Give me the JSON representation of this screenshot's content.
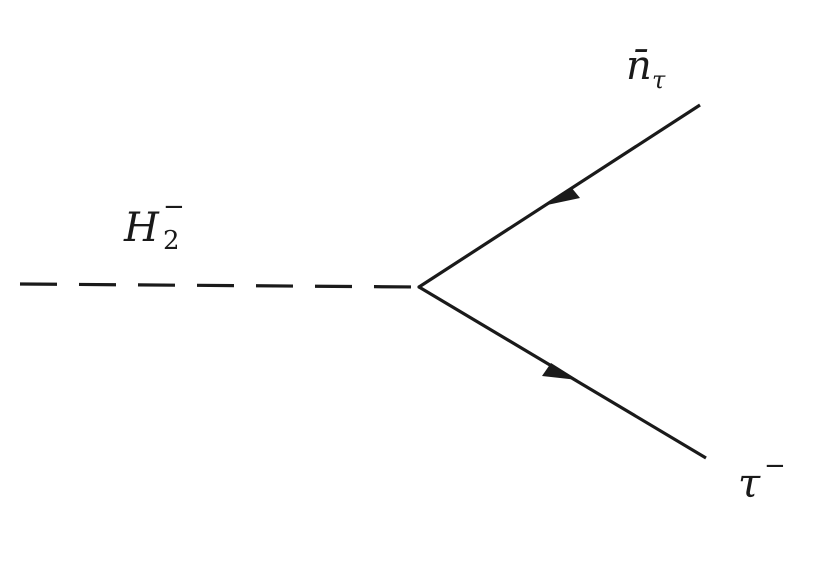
{
  "diagram": {
    "type": "feynman-vertex",
    "particles": {
      "scalar": {
        "symbol": "H",
        "subscript": "2",
        "superscript": "−",
        "line_style": "dashed"
      },
      "antineutrino": {
        "symbol": "n̄",
        "subscript": "τ",
        "line_style": "solid",
        "arrow": "toward-vertex"
      },
      "tau": {
        "symbol": "τ",
        "superscript": "−",
        "line_style": "solid",
        "arrow": "away-from-vertex"
      }
    },
    "colors": {
      "line": "#1a1a1a",
      "background": "#ffffff"
    }
  }
}
